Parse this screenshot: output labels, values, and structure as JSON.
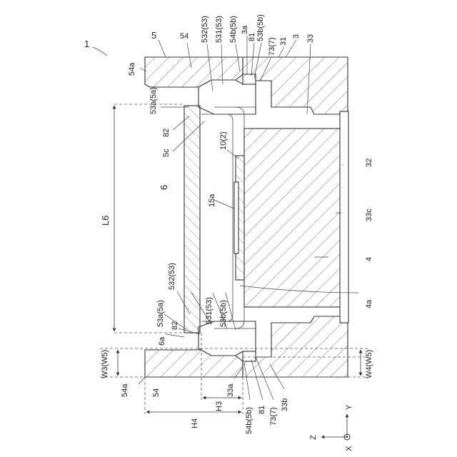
{
  "figure_ref": "1",
  "labels": {
    "l_1": "1",
    "l_5": "5",
    "l_54_top": "54",
    "l_54a_top": "54a",
    "l_532_top": "532(53)",
    "l_531_top": "531(53)",
    "l_54b_top": "54b(5b)",
    "l_3a_top": "3a",
    "l_81_top": "81",
    "l_53b_top": "53b(5b)",
    "l_73_top": "73(7)",
    "l_31": "31",
    "l_3": "3",
    "l_33_top": "33",
    "l_53a_top": "53a(5a)",
    "l_82_top": "82",
    "l_5c": "5c",
    "l_10": "10(2)",
    "l_32": "32",
    "l_6": "6",
    "l_L6": "L6",
    "l_15a": "15a",
    "l_33c": "33c",
    "l_4": "4",
    "l_532_bot": "532(53)",
    "l_531_bot": "531(53)",
    "l_53b_bot": "53b(5b)",
    "l_53a_bot": "53a(5a)",
    "l_82_bot": "82",
    "l_4a": "4a",
    "l_6a": "6a",
    "l_W3": "W3(W5)",
    "l_W4": "W4(W5)",
    "l_54a_bot": "54a",
    "l_54_bot": "54",
    "l_H3": "H3",
    "l_33a_bot": "33a",
    "l_H4": "H4",
    "l_54b_bot": "54b(5b)",
    "l_81_bot": "81",
    "l_73_bot": "73(7)",
    "l_33b": "33b",
    "l_axisZ": "Z",
    "l_axisY": "Y",
    "l_axisX": "X"
  }
}
